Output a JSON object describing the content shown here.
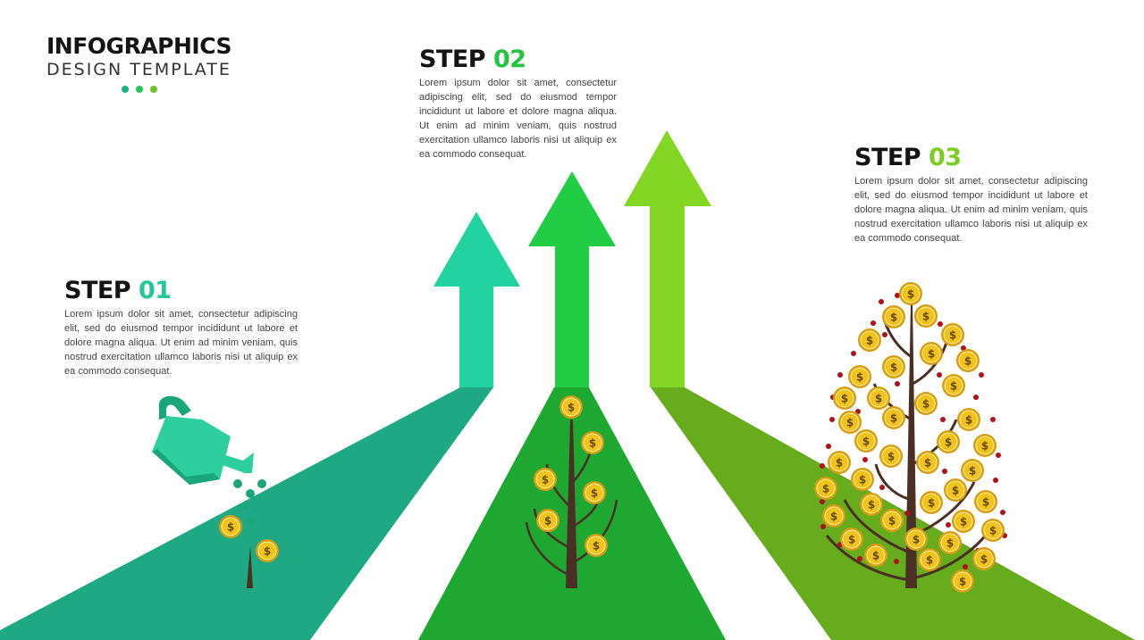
{
  "brand": {
    "title": "INFOGRAPHICS",
    "subtitle": "DESIGN TEMPLATE",
    "dot_colors": [
      "#1fae82",
      "#22c55e",
      "#6cc42a"
    ]
  },
  "steps": [
    {
      "word": "STEP",
      "number": "01",
      "number_color": "#23c79a",
      "text": "Lorem ipsum dolor sit amet, consectetur adipiscing elit, sed do eiusmod tempor incididunt ut labore et dolore magna aliqua. Ut enim ad minim veniam, quis nostrud exercitation ullamco laboris nisi ut aliquip ex ea commodo consequat."
    },
    {
      "word": "STEP",
      "number": "02",
      "number_color": "#22c53f",
      "text": "Lorem ipsum dolor sit amet, consectetur adipiscing elit, sed do eiusmod tempor incididunt ut labore et dolore magna aliqua. Ut enim ad minim veniam, quis nostrud exercitation ullamco laboris nisi ut aliquip ex ea commodo consequat."
    },
    {
      "word": "STEP",
      "number": "03",
      "number_color": "#7ccf22",
      "text": "Lorem ipsum dolor sit amet, consectetur adipiscing elit, sed do eiusmod tempor incididunt ut labore et dolore magna aliqua. Ut enim ad minim veniam, quis nostrud exercitation ullamco laboris nisi ut aliquip ex ea commodo consequat."
    }
  ],
  "colors": {
    "arrow_1": "#22d3a0",
    "road_1": "#1ea883",
    "arrow_2": "#22cc44",
    "road_2": "#1fa831",
    "arrow_3": "#84d624",
    "road_3": "#67ac1c",
    "coin": "#f1c31d",
    "coin_edge": "#d69e10",
    "coin_symbol": "#6b4a0a",
    "trunk": "#4a2f25",
    "berry": "#b0101a",
    "can_light": "#2dcf9e",
    "can_dark": "#1aa57b"
  },
  "icons": {
    "watering_can": "watering-can-icon",
    "coin": "dollar-coin-icon",
    "tree": "money-tree-icon"
  },
  "coin_symbol": "$"
}
